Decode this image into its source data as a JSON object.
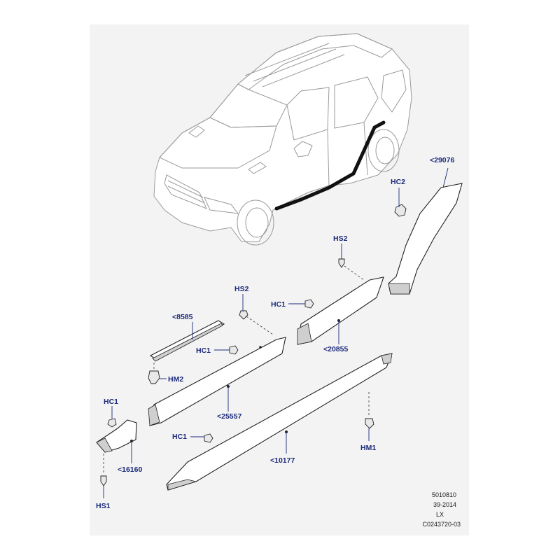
{
  "diagram": {
    "parts": [
      {
        "id": "29076",
        "label": "<29076"
      },
      {
        "id": "20855",
        "label": "<20855"
      },
      {
        "id": "8585",
        "label": "<8585"
      },
      {
        "id": "25557",
        "label": "<25557"
      },
      {
        "id": "10177",
        "label": "<10177"
      },
      {
        "id": "16160",
        "label": "<16160"
      }
    ],
    "fasteners": {
      "hc2": "HC2",
      "hs2_a": "HS2",
      "hc1_a": "HC1",
      "hs2_b": "HS2",
      "hc1_b": "HC1",
      "hm2": "HM2",
      "hc1_c": "HC1",
      "hc1_d": "HC1",
      "hm1": "HM1",
      "hs1": "HS1"
    },
    "info": {
      "line1": "5010810",
      "line2": "39-2014",
      "line3": "LX",
      "line4": "C0243720-03"
    }
  }
}
